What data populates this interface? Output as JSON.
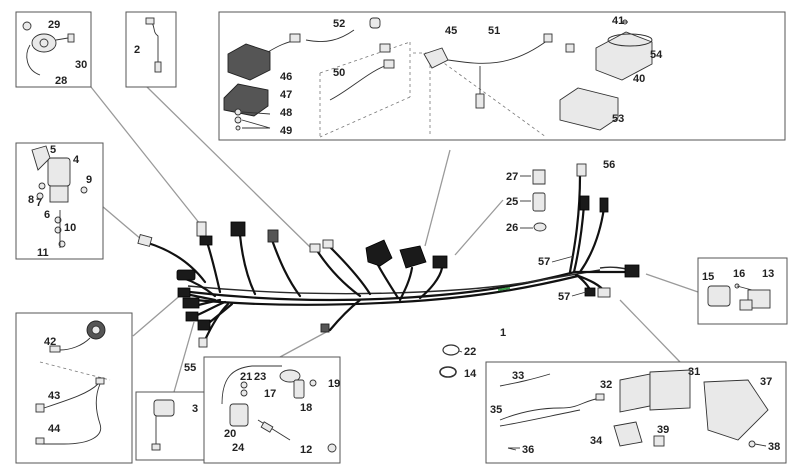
{
  "diagram": {
    "callouts": {
      "c1": "1",
      "c2": "2",
      "c3": "3",
      "c4": "4",
      "c5": "5",
      "c6": "6",
      "c7": "7",
      "c8": "8",
      "c9": "9",
      "c10": "10",
      "c11": "11",
      "c12": "12",
      "c13": "13",
      "c14": "14",
      "c15": "15",
      "c16": "16",
      "c17": "17",
      "c18": "18",
      "c19": "19",
      "c20": "20",
      "c21": "21",
      "c22": "22",
      "c23": "23",
      "c24": "24",
      "c25": "25",
      "c26": "26",
      "c27": "27",
      "c28": "28",
      "c29": "29",
      "c30": "30",
      "c31": "31",
      "c32": "32",
      "c33": "33",
      "c34": "34",
      "c35": "35",
      "c36": "36",
      "c37": "37",
      "c38": "38",
      "c39": "39",
      "c40": "40",
      "c41": "41",
      "c42": "42",
      "c43": "43",
      "c44": "44",
      "c45": "45",
      "c46": "46",
      "c47": "47",
      "c48": "48",
      "c49": "49",
      "c50": "50",
      "c51": "51",
      "c52": "52",
      "c53": "53",
      "c54": "54",
      "c55": "55",
      "c56": "56",
      "c57a": "57",
      "c57b": "57"
    }
  }
}
